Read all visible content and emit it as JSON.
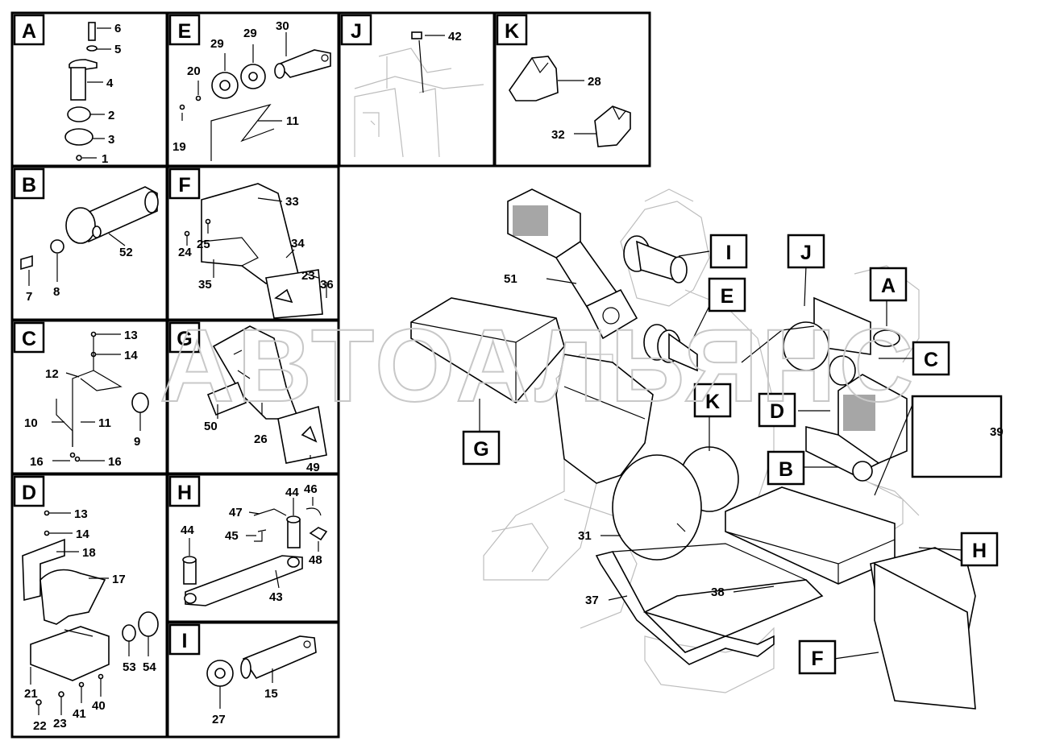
{
  "watermark": "АВТОАЛЬЯНС",
  "panels": {
    "A": {
      "letter": "A",
      "labels": [
        "6",
        "5",
        "4",
        "2",
        "3",
        "1"
      ]
    },
    "B": {
      "letter": "B",
      "labels": [
        "52",
        "7",
        "8"
      ]
    },
    "C": {
      "letter": "C",
      "labels": [
        "13",
        "14",
        "12",
        "10",
        "11",
        "9",
        "16",
        "16"
      ]
    },
    "D": {
      "letter": "D",
      "labels": [
        "13",
        "14",
        "18",
        "17",
        "53",
        "54",
        "21",
        "22",
        "23",
        "41",
        "40"
      ]
    },
    "E": {
      "letter": "E",
      "labels": [
        "29",
        "29",
        "30",
        "20",
        "11",
        "19"
      ]
    },
    "F": {
      "letter": "F",
      "labels": [
        "33",
        "24",
        "25",
        "34",
        "35",
        "23",
        "36"
      ]
    },
    "G": {
      "letter": "G",
      "labels": [
        "50",
        "26",
        "49"
      ]
    },
    "H": {
      "letter": "H",
      "labels": [
        "44",
        "46",
        "47",
        "45",
        "44",
        "48",
        "43"
      ]
    },
    "I": {
      "letter": "I",
      "labels": [
        "15",
        "27"
      ]
    },
    "J": {
      "letter": "J",
      "labels": [
        "42"
      ]
    },
    "K": {
      "letter": "K",
      "labels": [
        "28",
        "32"
      ]
    }
  },
  "main": {
    "callouts": [
      "I",
      "J",
      "A",
      "E",
      "C",
      "D",
      "K",
      "G",
      "B",
      "H",
      "F"
    ],
    "labels": [
      "51",
      "39",
      "31",
      "38",
      "37"
    ]
  }
}
